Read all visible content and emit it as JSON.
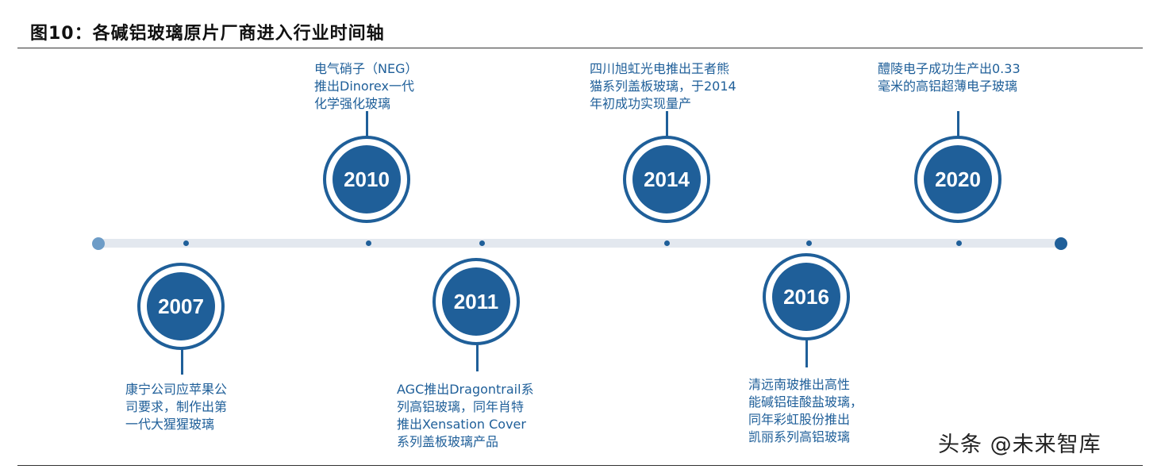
{
  "title": "图10：各碱铝玻璃原片厂商进入行业时间轴",
  "events": [
    {
      "year": "2007",
      "lines": [
        "康宁公司应苹果公",
        "司要求，制作出第",
        "一代大猩猩玻璃"
      ]
    },
    {
      "year": "2010",
      "lines": [
        "电气硝子（NEG）",
        "推出Dinorex一代",
        "化学强化玻璃"
      ]
    },
    {
      "year": "2011",
      "lines": [
        "AGC推出Dragontrail系",
        "列高铝玻璃，同年肖特",
        "推出Xensation Cover",
        "系列盖板玻璃产品"
      ]
    },
    {
      "year": "2014",
      "lines": [
        "四川旭虹光电推出王者熊",
        "猫系列盖板玻璃，于2014",
        "年初成功实现量产"
      ]
    },
    {
      "year": "2016",
      "lines": [
        "清远南玻推出高性",
        "能碱铝硅酸盐玻璃，",
        "同年彩虹股份推出",
        "凯丽系列高铝玻璃"
      ]
    },
    {
      "year": "2020",
      "lines": [
        "醴陵电子成功生产出0.33",
        "毫米的高铝超薄电子玻璃"
      ]
    }
  ],
  "watermark": "头条 @未来智库",
  "colors": {
    "primary": "#1f5f99",
    "light_dot": "#6d9cc7",
    "track": "#e3e8ef"
  }
}
